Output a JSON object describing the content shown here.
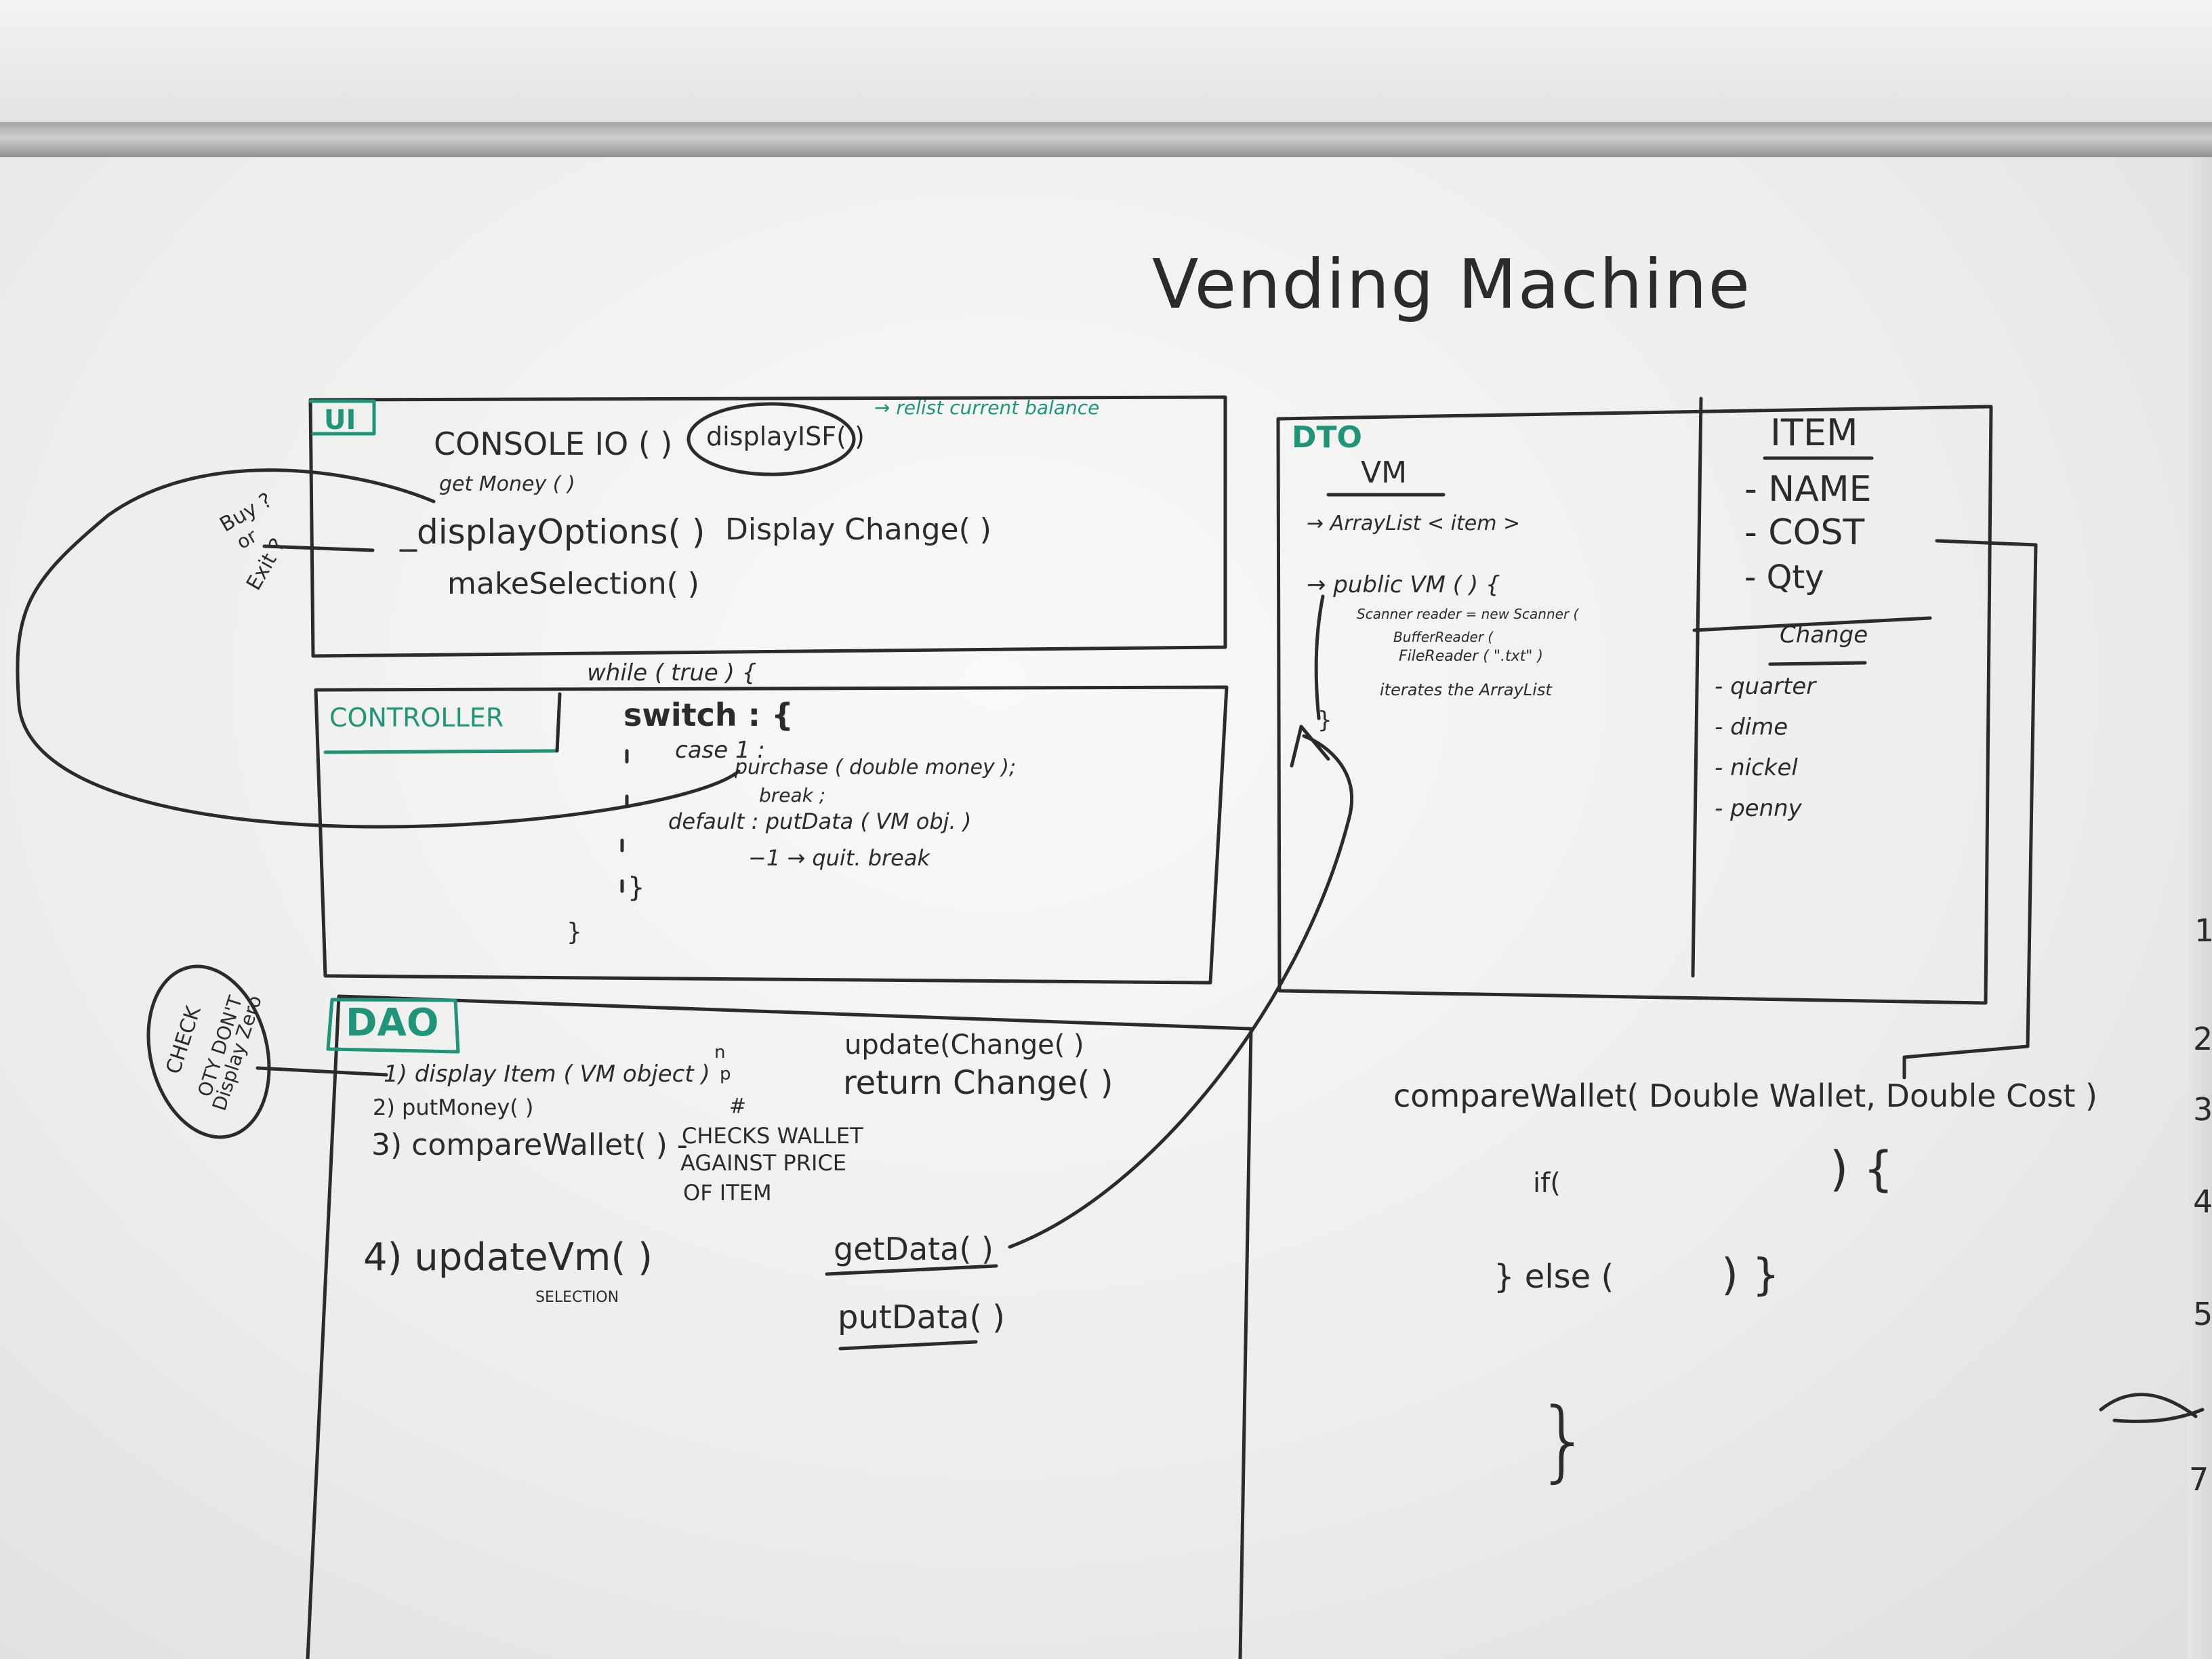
{
  "title": "Vending Machine",
  "ui_panel": {
    "heading": "UI",
    "console": "CONSOLE IO ( )",
    "display_isf": "displayISF( )",
    "display_isf_note": "→ relist current balance",
    "get_money": "get Money ( )",
    "display_options": "_displayOptions( )",
    "make_selection": "makeSelection( )",
    "display_change": "Display Change( )",
    "side_note": [
      "Buy ?",
      "or",
      "Exit ?"
    ]
  },
  "controller_panel": {
    "heading": "CONTROLLER",
    "lines": [
      "while ( true ) {",
      "switch : {",
      "case 1 :",
      "purchase ( double money );",
      "break ;",
      "default : putData ( VM obj. )",
      "−1 → quit. break",
      "}",
      "}"
    ]
  },
  "dao_panel": {
    "heading": "DAO",
    "note": [
      "CHECK",
      "OTY DON'T",
      "Display Zero"
    ],
    "items": [
      "1) display Item ( VM object )",
      "2) putMoney( )",
      "3) compareWallet( ) -",
      "4) updateVm( )"
    ],
    "item1_marks": [
      "n",
      "p",
      "#"
    ],
    "compare_note": [
      "CHECKS WALLET",
      "AGAINST PRICE",
      "OF ITEM"
    ],
    "selection_label": "SELECTION",
    "update_change": "update(Change( )",
    "return_change": "return Change( )",
    "get_data": "getData( )",
    "put_data": "putData( )"
  },
  "dto_panel": {
    "heading": "DTO",
    "subheading": "VM",
    "lines": [
      "→ ArrayList < item >",
      "→ public VM ( ) {",
      "Scanner reader = new Scanner (",
      "BufferReader (",
      "FileReader ( \".txt\" )",
      "iterates the ArrayList",
      "}"
    ]
  },
  "item_panel": {
    "heading": "ITEM",
    "fields": [
      "- NAME",
      "- COST",
      "- Qty"
    ],
    "change_heading": "Change",
    "coins": [
      "- quarter",
      "- dime",
      "- nickel",
      "- penny"
    ]
  },
  "compare_wallet": {
    "signature": "compareWallet( Double Wallet, Double Cost )",
    "if_line": "if(",
    "if_close": ") {",
    "else_line": "} else (",
    "else_close": ") }",
    "closing": "}"
  },
  "right_edge_numbers": [
    "1",
    "2",
    "3",
    "4",
    "5",
    "7"
  ],
  "colors": {
    "marker_black": "#2b2b2d",
    "marker_green": "#1f9478",
    "board": "#f2f2f1"
  }
}
